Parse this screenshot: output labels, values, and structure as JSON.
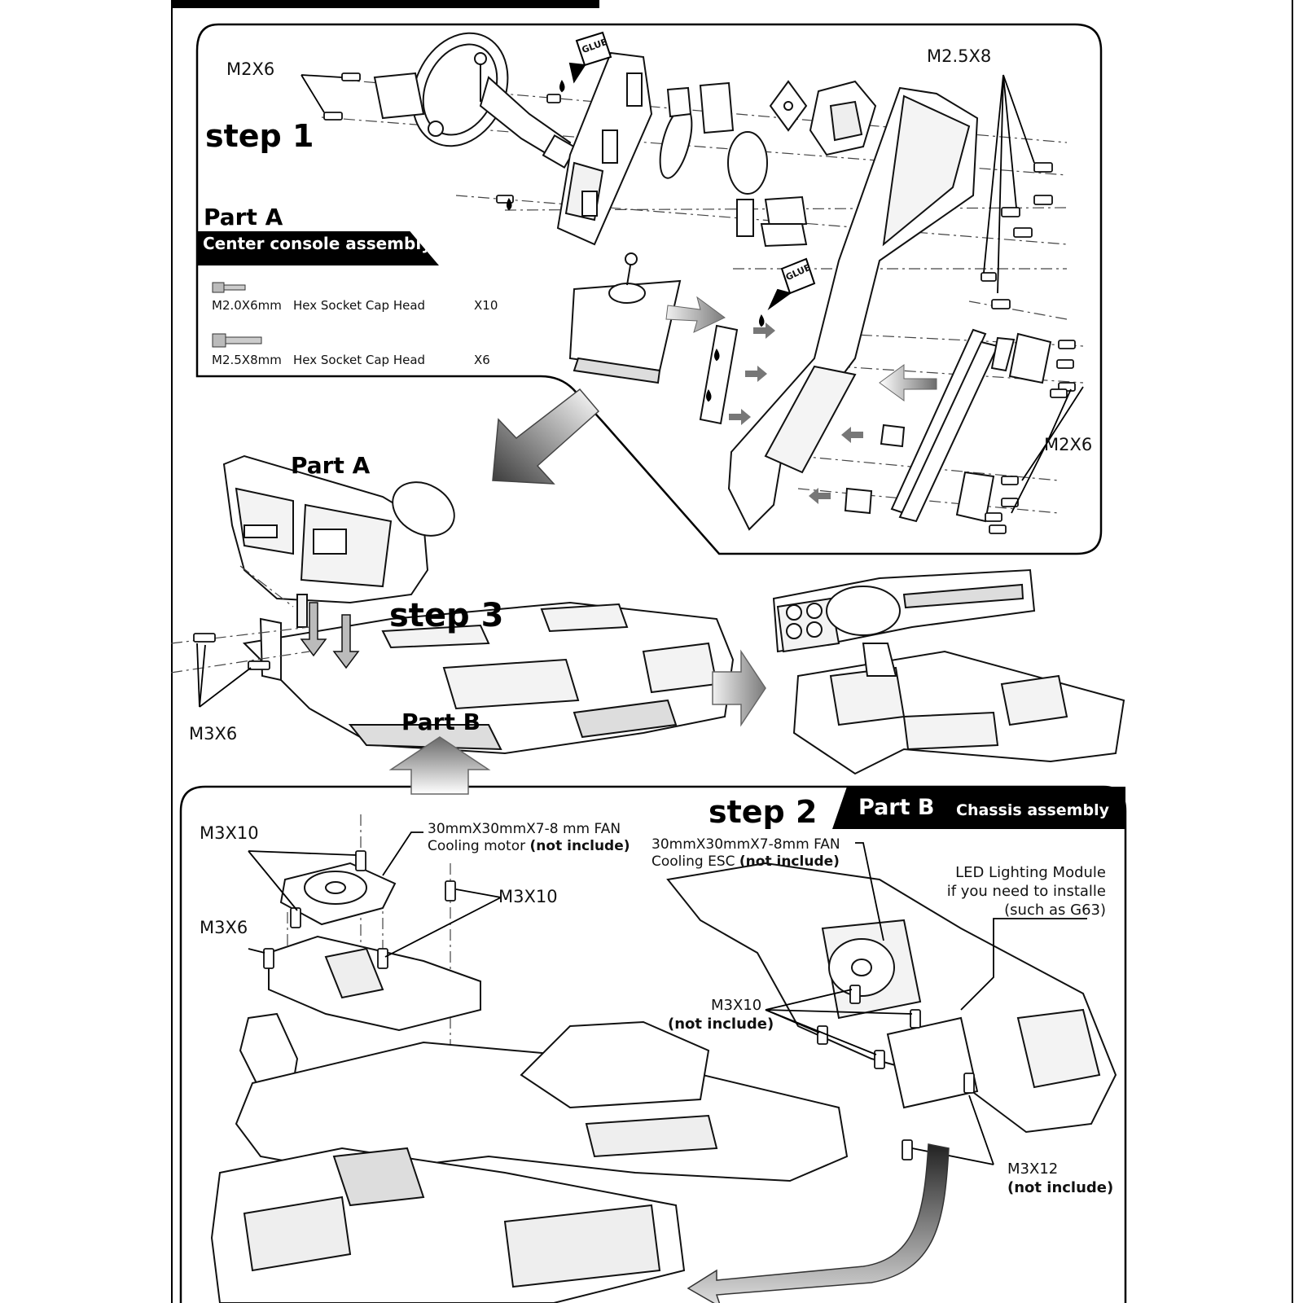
{
  "step1": {
    "title": "step 1",
    "part_label": "Part  A",
    "banner": "Center console assembly",
    "screw_labels": {
      "m2x6_top": "M2X6",
      "m25x8": "M2.5X8",
      "m2x6_right": "M2X6"
    },
    "glue": "GLUE",
    "legend": [
      {
        "spec": "M2.0X6mm",
        "type": "Hex Socket Cap Head",
        "qty": "X10"
      },
      {
        "spec": "M2.5X8mm",
        "type": "Hex Socket Cap Head",
        "qty": "X6"
      }
    ]
  },
  "step3": {
    "title": "step 3",
    "part_a_label": "Part  A",
    "part_b_label": "Part  B",
    "screw_label": "M3X6"
  },
  "step2": {
    "title": "step 2",
    "banner_part": "Part  B",
    "banner_text": "Chassis  assembly",
    "screw_labels": {
      "m3x10_a": "M3X10",
      "m3x10_b": "M3X10",
      "m3x6": "M3X6"
    },
    "fan_motor": {
      "line1": "30mmX30mmX7-8 mm FAN",
      "line2": "Cooling motor",
      "note": "(not include)"
    },
    "fan_esc": {
      "line1": "30mmX30mmX7-8mm FAN",
      "line2": "Cooling ESC",
      "note": "(not include)"
    },
    "led": {
      "line1": "LED Lighting Module",
      "line2": "if you need to installe",
      "line3": "(such as G63)"
    },
    "m3x10_esc": {
      "label": "M3X10",
      "note": "(not include)"
    },
    "m3x12": {
      "label": "M3X12",
      "note": "(not include)"
    }
  }
}
